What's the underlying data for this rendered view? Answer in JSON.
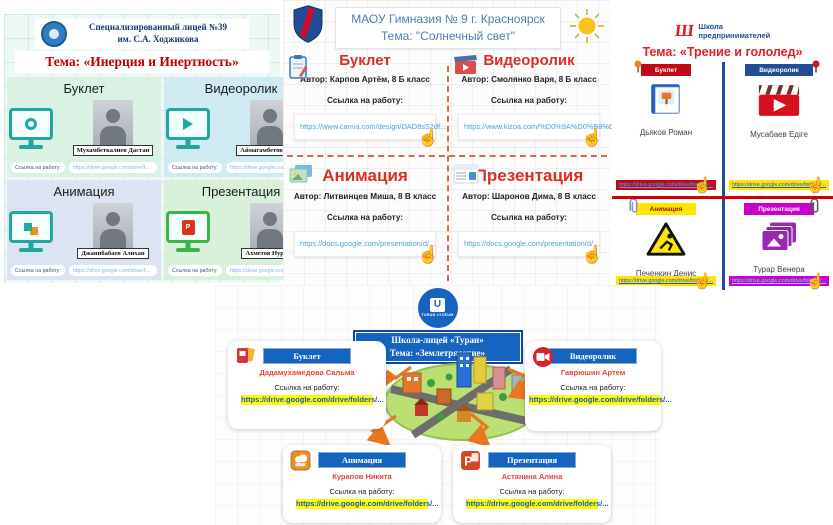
{
  "p1": {
    "school_line1": "Специализированный лицей №39",
    "school_line2": "им. С.А. Ходжикова",
    "theme": "Тема: «Инерция и Инертность»",
    "link_button": "Ссылка на работу:",
    "link": "https://drive.google.com/drive/folders/...",
    "q": [
      {
        "title": "Буклет",
        "name": "Мухамбеткалиев Дастан"
      },
      {
        "title": "Видеоролик",
        "name": "Аймагамбетов Алан"
      },
      {
        "title": "Анимация",
        "name": "Джанибабаев Алихан"
      },
      {
        "title": "Презентация",
        "name": "Ахметов Нурали"
      }
    ]
  },
  "p2": {
    "school": "МАОУ Гимназия № 9 г. Красноярск",
    "theme": "Тема: \"Солнечный свет\"",
    "link_label": "Ссылка на работу:",
    "q": [
      {
        "title": "Буклет",
        "author": "Автор: Карпов Артём, 8 Б класс",
        "link": "https://www.canva.com/design/DAD8sS2df..."
      },
      {
        "title": "Видеоролик",
        "author": "Автор: Смолянко Варя, 8 Б класс",
        "link": "https://www.kizoa.com/%D0%9A%D0%B8%D0%B..."
      },
      {
        "title": "Анимация",
        "author": "Автор: Литвинцев Миша, 8 В класс",
        "link": "https://docs.google.com/presentation/d/..."
      },
      {
        "title": "Презентация",
        "author": "Автор: Шаронов Дима, 8 В класс",
        "link": "https://docs.google.com/presentation/d/..."
      }
    ]
  },
  "p3": {
    "logo_line1": "Школа",
    "logo_line2": "предпринимателей",
    "logo_letter": "Ш",
    "theme": "Тема: «Трение и гололед»",
    "q": [
      {
        "title": "Буклет",
        "name": "Дьяков Роман",
        "link": "https://drive.google.com/drive/folders/..."
      },
      {
        "title": "Видеоролик",
        "name": "Мусабаев Едіге",
        "link": "https://drive.google.com/drive/folders/..."
      },
      {
        "title": "Анимация",
        "name": "Печенкин Денис",
        "link": "https://drive.google.com/drive/folders/..."
      },
      {
        "title": "Презентация",
        "name": "Турар Венера",
        "link": "https://drive.google.com/drive/folders/..."
      }
    ]
  },
  "p4": {
    "logo_top": "U",
    "logo_caption": "TURAN LYCEUM",
    "school": "Школа-лицей «Туран»",
    "theme": "Тема: «Землетрясение»",
    "link_label": "Ссылка на работу:",
    "cards": [
      {
        "title": "Буклет",
        "name": "Дадамухамедова Сальма",
        "link": "https://drive.google.com/drive/folders/..."
      },
      {
        "title": "Видеоролик",
        "name": "Гаврюшин Артем",
        "link": "https://drive.google.com/drive/folders/..."
      },
      {
        "title": "Анимация",
        "name": "Курапов Никита",
        "link": "https://drive.google.com/drive/folders/..."
      },
      {
        "title": "Презентация",
        "name": "Астанина Алина",
        "link": "https://drive.google.com/drive/folders/..."
      }
    ]
  },
  "glyphs": {
    "hand": "☝"
  },
  "colors": {
    "title_red": "#d93025",
    "dashed_orange": "#e8614a",
    "link_blue": "#4a9fd8",
    "ribbon_red": "#c00818",
    "ribbon_blue": "#1f4e96",
    "label_yellow": "#ffe600",
    "label_magenta": "#cc00cc",
    "header_blue": "#1565c0",
    "name_red": "#e8413c",
    "highlight_yellow": "#ffff00",
    "arrow_orange": "#e87722"
  }
}
